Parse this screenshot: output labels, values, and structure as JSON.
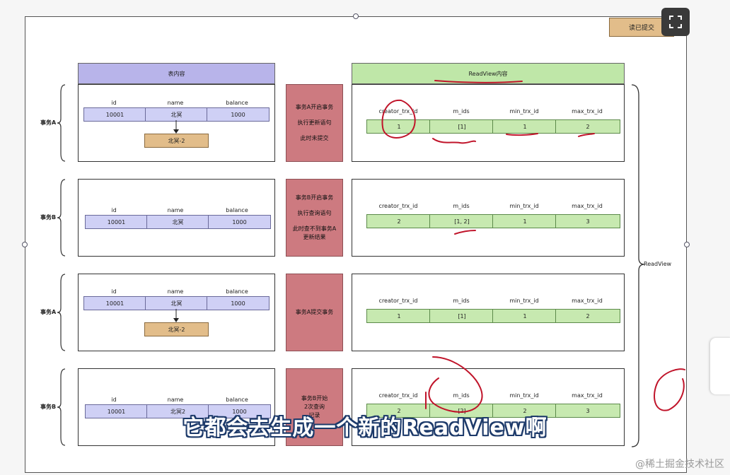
{
  "labels": {
    "table_header": "表内容",
    "readview_header": "ReadView内容",
    "readview_side": "ReadView",
    "read_committed": "读已提交"
  },
  "columns": {
    "table": [
      "id",
      "name",
      "balance"
    ],
    "readview": [
      "creator_trx_id",
      "m_ids",
      "min_trx_id",
      "max_trx_id"
    ]
  },
  "rows": [
    {
      "label": "事务A",
      "table": [
        "10001",
        "北冥",
        "1000"
      ],
      "tag": "北冥-2",
      "mid": [
        "事务A开启事务",
        "执行更新语句",
        "此时未提交"
      ],
      "readview": [
        "1",
        "[1]",
        "1",
        "2"
      ]
    },
    {
      "label": "事务B",
      "table": [
        "10001",
        "北冥",
        "1000"
      ],
      "tag": "",
      "mid": [
        "事务B开启事务",
        "执行查询语句",
        "此时查不到事务A\n更新结果"
      ],
      "readview": [
        "2",
        "[1,  2]",
        "1",
        "3"
      ]
    },
    {
      "label": "事务A",
      "table": [
        "10001",
        "北冥",
        "1000"
      ],
      "tag": "北冥-2",
      "mid": [
        "事务A提交事务"
      ],
      "readview": [
        "1",
        "[1]",
        "1",
        "2"
      ]
    },
    {
      "label": "事务B",
      "table": [
        "10001",
        "北冥2",
        "1000"
      ],
      "tag": "",
      "mid": [
        "事务B开始\n2次查询\n记录"
      ],
      "readview": [
        "2",
        "[2]",
        "2",
        "3"
      ]
    }
  ],
  "subtitle": "它都会去生成一个新的ReadView啊",
  "watermark": "@稀土掘金技术社区"
}
